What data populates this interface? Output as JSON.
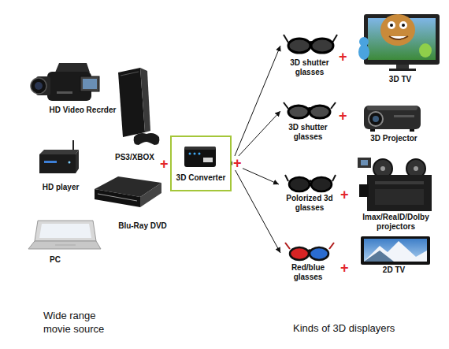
{
  "diagram": {
    "nodes": [
      {
        "text": [
          "HD Video Recrder"
        ]
      },
      {
        "text": [
          "PS3/XBOX"
        ]
      },
      {
        "text": [
          "HD player"
        ]
      },
      {
        "text": [
          "Blu-Ray DVD"
        ]
      },
      {
        "text": [
          "PC"
        ]
      },
      {
        "text": [
          "3D Converter"
        ]
      },
      {
        "text": [
          "3D shutter glasses"
        ]
      },
      {
        "text": [
          "3D TV"
        ]
      },
      {
        "text": [
          "3D shutter glasses"
        ]
      },
      {
        "text": [
          "3D Projector"
        ]
      },
      {
        "text": [
          "Polorized 3d glasses"
        ]
      },
      {
        "text": [
          "Imax/RealD/Dolby projectors"
        ]
      },
      {
        "text": [
          "Red/blue glasses"
        ]
      },
      {
        "text": [
          "2D TV"
        ]
      }
    ],
    "edges": [
      {
        "from": 5,
        "to": 6,
        "arrow": "to"
      },
      {
        "from": 5,
        "to": 8,
        "arrow": "to"
      },
      {
        "from": 5,
        "to": 10,
        "arrow": "to"
      },
      {
        "from": 5,
        "to": 12,
        "arrow": "to"
      }
    ],
    "labels": [
      "+",
      "+",
      "+",
      "+",
      "+",
      "+",
      "Wide range movie source",
      "Kinds of 3D displayers"
    ]
  }
}
